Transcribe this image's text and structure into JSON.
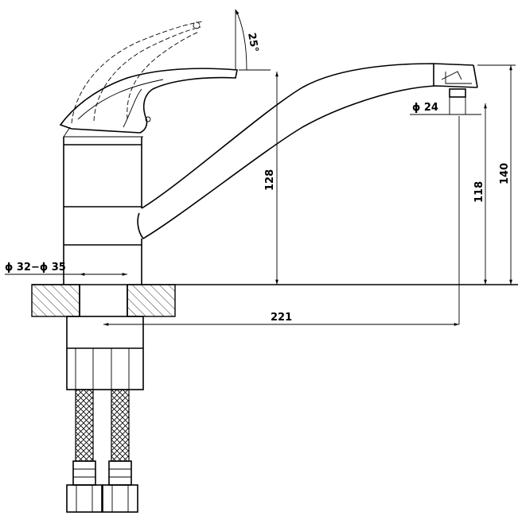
{
  "dimensions": {
    "handle_angle": "25°",
    "spout_height_top": "128",
    "outlet_diameter": "ϕ 24",
    "outlet_height": "118",
    "total_height": "140",
    "mount_hole_diameter": "ϕ 32−ϕ 35",
    "spout_reach": "221"
  },
  "colors": {
    "line": "#000000",
    "background": "#ffffff"
  }
}
